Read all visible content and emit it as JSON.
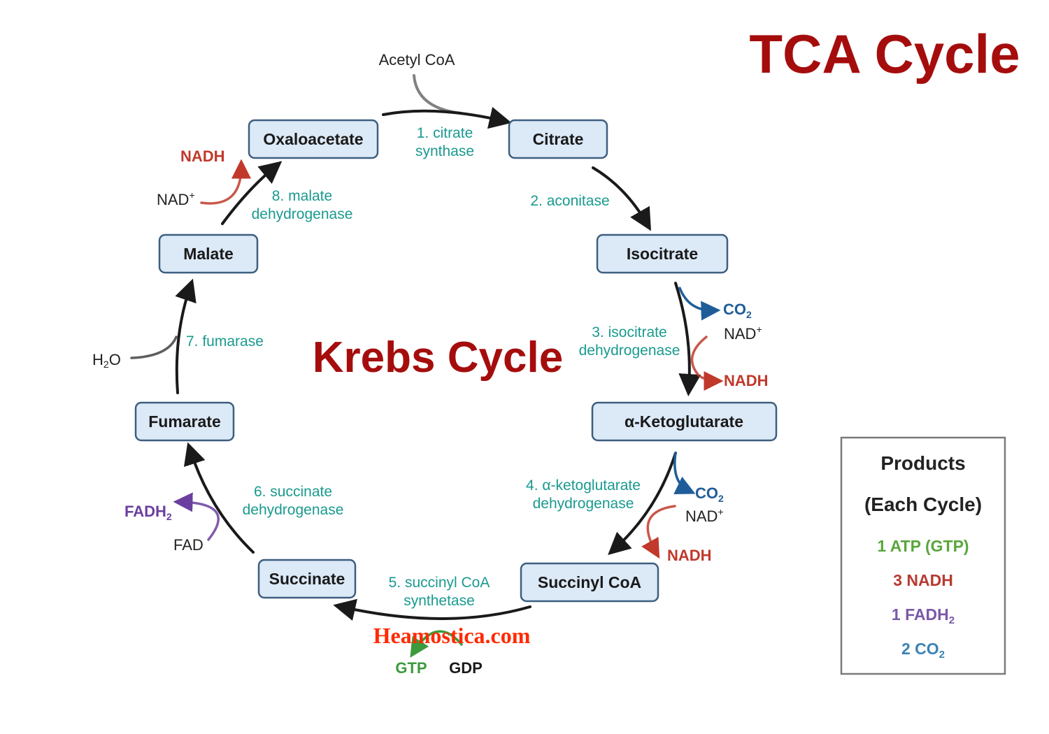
{
  "title": "TCA Cycle",
  "center_title": "Krebs Cycle",
  "watermark": "Heamostica.com",
  "input": "Acetyl CoA",
  "nodes": {
    "oxaloacetate": "Oxaloacetate",
    "citrate": "Citrate",
    "isocitrate": "Isocitrate",
    "ketoglutarate": "α-Ketoglutarate",
    "succinyl": "Succinyl CoA",
    "succinate": "Succinate",
    "fumarate": "Fumarate",
    "malate": "Malate"
  },
  "enzymes": {
    "e1a": "1. citrate",
    "e1b": "synthase",
    "e2": "2. aconitase",
    "e3a": "3. isocitrate",
    "e3b": "dehydrogenase",
    "e4a": "4. α-ketoglutarate",
    "e4b": "dehydrogenase",
    "e5a": "5. succinyl CoA",
    "e5b": "synthetase",
    "e6a": "6. succinate",
    "e6b": "dehydrogenase",
    "e7": "7. fumarase",
    "e8a": "8. malate",
    "e8b": "dehydrogenase"
  },
  "cofactors": {
    "co2_a": "CO",
    "co2_b": "CO",
    "sub2": "2",
    "nad_a": "NAD",
    "nad_b": "NAD",
    "nad_c": "NAD",
    "plus": "+",
    "nadh_a": "NADH",
    "nadh_b": "NADH",
    "nadh_c": "NADH",
    "gtp": "GTP",
    "gdp": "GDP",
    "fadh": "FADH",
    "fad": "FAD",
    "h2o_h": "H",
    "h2o_o": "O"
  },
  "products": {
    "heading1": "Products",
    "heading2": "(Each Cycle)",
    "atp": "1 ATP (GTP)",
    "nadh": "3 NADH",
    "fadh_main": "1 FADH",
    "fadh_sub": "2",
    "co2_main": "2 CO",
    "co2_sub": "2"
  },
  "colors": {
    "title": "#a50d0d",
    "enzyme": "#1a9a8f",
    "nadh": "#c0392b",
    "co2": "#1f5d99",
    "fadh": "#6b3fa0",
    "gtp": "#3c9a3c",
    "products_atp": "#5aa63c",
    "products_nadh": "#b83a32",
    "products_fadh": "#7b58a8",
    "products_co2": "#3b82b4"
  }
}
